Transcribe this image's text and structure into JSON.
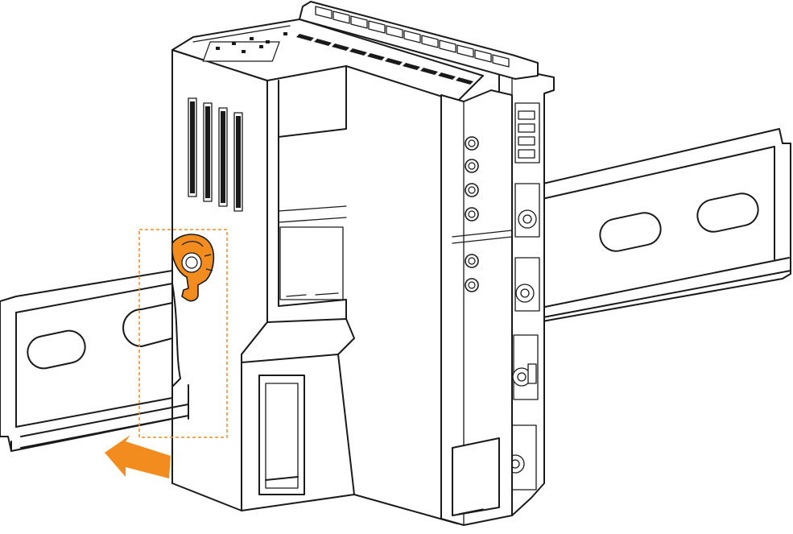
{
  "colors": {
    "accent": "#f28c1e",
    "line": "#1a1a1a",
    "background": "#ffffff"
  },
  "figure": {
    "subject": "din-rail-module-mounting",
    "highlight": "release-latch",
    "arrow_direction": "down-left"
  }
}
